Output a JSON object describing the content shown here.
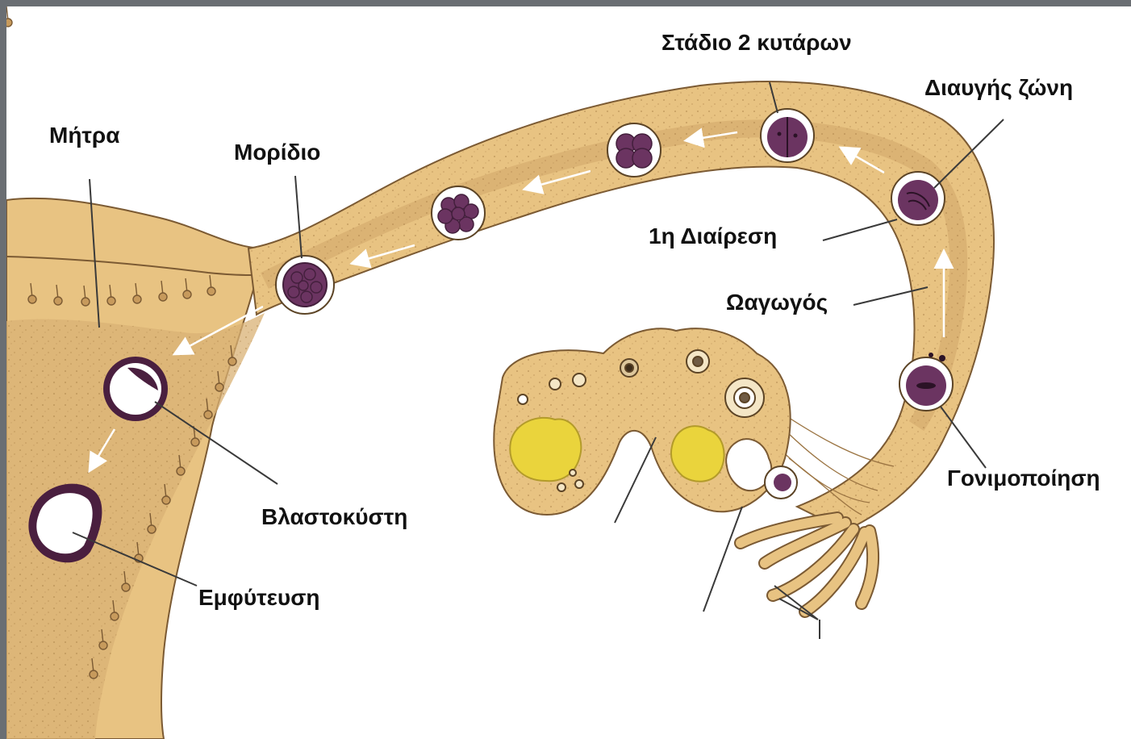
{
  "diagram": {
    "colors": {
      "tissue": "#e8c382",
      "tissue_shadow": "#cfa667",
      "tissue_dark": "#b98e52",
      "outline": "#7b5a33",
      "cell": "#6b3461",
      "cell_dark": "#431f3c",
      "zona": "#ffffff",
      "corpus_luteum": "#ead43c",
      "leader_line": "#3a3a3a",
      "frame": "#6a6e73"
    },
    "labels": {
      "uterus": "Μήτρα",
      "morula": "Μορίδιο",
      "two_cell_stage": "Στάδιο 2 κυτάρων",
      "zona_pellucida": "Διαυγής ζώνη",
      "first_division": "1η Διαίρεση",
      "oviduct": "Ωαγωγός",
      "fertilization": "Γονιμοποίηση",
      "blastocyst": "Βλαστοκύστη",
      "implantation": "Εμφύτευση"
    },
    "icons": [
      "arrow-icon",
      "oocyte-icon",
      "embryo-icon"
    ]
  }
}
